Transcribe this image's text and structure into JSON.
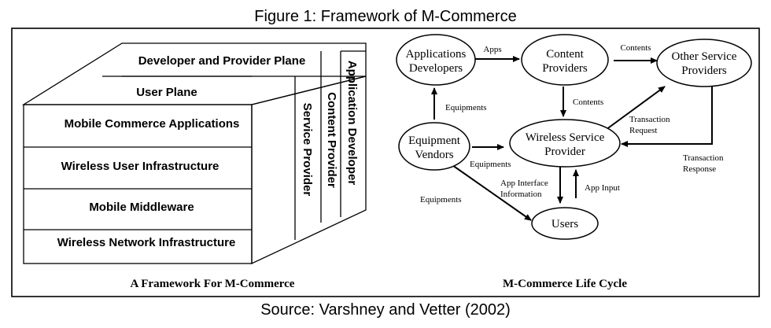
{
  "figure": {
    "title": "Figure 1: Framework of M-Commerce",
    "source": "Source: Varshney and Vetter (2002)"
  },
  "framework": {
    "caption": "A Framework For M-Commerce",
    "top_plane": "Developer and Provider Plane",
    "user_plane": "User Plane",
    "layers": [
      "Mobile Commerce Applications",
      "Wireless User Infrastructure",
      "Mobile Middleware",
      "Wireless Network Infrastructure"
    ],
    "side": {
      "service_provider": "Service Provider",
      "content_provider": "Content Provider",
      "application_developer": "Application Developer"
    }
  },
  "lifecycle": {
    "caption": "M-Commerce Life Cycle",
    "nodes": {
      "app_dev": [
        "Applications",
        "Developers"
      ],
      "content": [
        "Content",
        "Providers"
      ],
      "other": [
        "Other Service",
        "Providers"
      ],
      "vendors": [
        "Equipment",
        "Vendors"
      ],
      "wireless": [
        "Wireless Service",
        "Provider"
      ],
      "users": [
        "Users"
      ]
    },
    "edge_labels": {
      "apps": "Apps",
      "contents_top": "Contents",
      "contents_down": "Contents",
      "equip_up": "Equipments",
      "equip_right": "Equipments",
      "equip_diag": "Equipments",
      "trans_req": [
        "Transaction",
        "Request"
      ],
      "trans_resp": [
        "Transaction",
        "Response"
      ],
      "app_iface": [
        "App Interface",
        "Information"
      ],
      "app_input": "App Input"
    }
  }
}
